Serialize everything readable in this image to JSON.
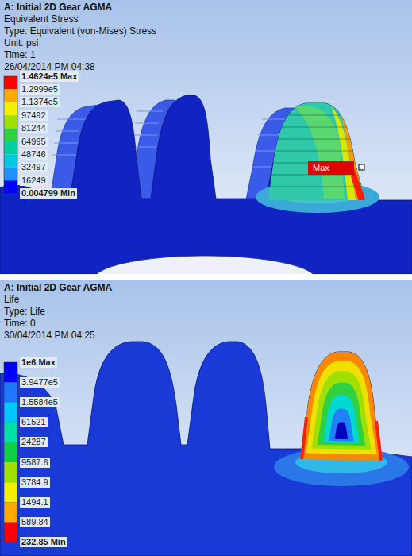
{
  "diagram": {
    "nodes": [
      {
        "text": [
          "Max"
        ]
      }
    ],
    "labels": [
      "A: Initial 2D Gear AGMA",
      "Equivalent Stress",
      "Type: Equivalent (von-Mises) Stress",
      "Unit: psi",
      "Time: 1",
      "26/04/2014 PM 04:38",
      "1.4624e5 Max",
      "1.2999e5",
      "1.1374e5",
      "97492",
      "81244",
      "64995",
      "48746",
      "32497",
      "16249",
      "0.004799 Min",
      "A: Initial 2D Gear AGMA",
      "Life",
      "Type: Life",
      "Time: 0",
      "30/04/2014 PM 04:25",
      "1e6 Max",
      "3.9477e5",
      "1.5584e5",
      "61521",
      "24287",
      "9587.6",
      "3784.9",
      "1494.1",
      "589.84",
      "232.85 Min"
    ]
  }
}
